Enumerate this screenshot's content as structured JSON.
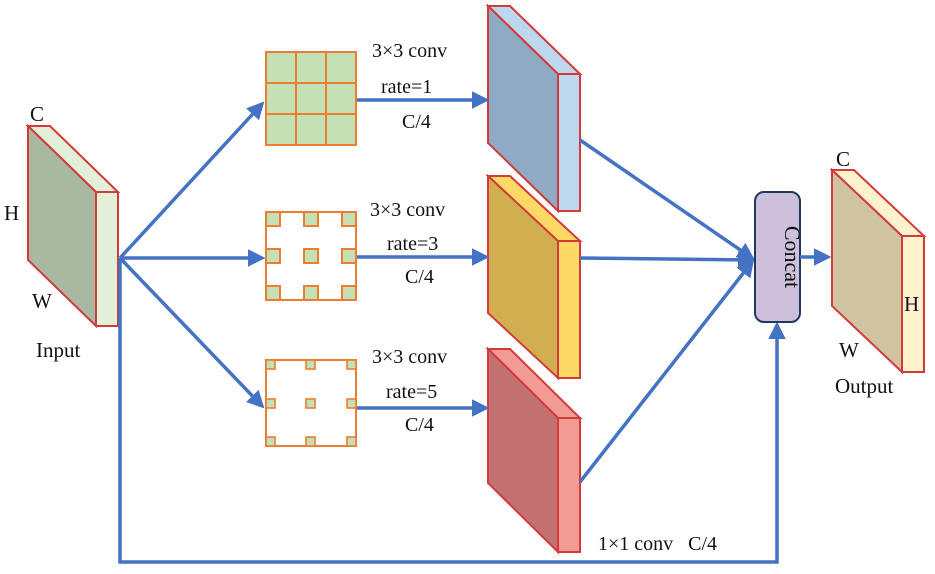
{
  "colors": {
    "arrow": "#4472c4",
    "block_edge": "#d43a3a",
    "kernel_edge": "#ed7d31",
    "kernel_fill": "#c5e0b4",
    "concat_fill": "#ccc0da",
    "concat_edge": "#203864",
    "input_front": "#a9b8a0",
    "input_side": "#e2f0d9",
    "branch1_front": "#8faac4",
    "branch1_side": "#bdd7ee",
    "branch2_front": "#d1ae4f",
    "branch2_side": "#ffd966",
    "branch3_front": "#c27272",
    "branch3_side": "#f29b94",
    "output_front": "#d0c3a1",
    "output_side": "#fff2cc"
  },
  "input": {
    "label": "Input",
    "c": "C",
    "h": "H",
    "w": "W"
  },
  "output": {
    "label": "Output",
    "c": "C",
    "h": "H",
    "w": "W"
  },
  "branches": [
    {
      "conv": "3×3 conv",
      "rate": "rate=1",
      "channels": "C/4"
    },
    {
      "conv": "3×3 conv",
      "rate": "rate=3",
      "channels": "C/4"
    },
    {
      "conv": "3×3 conv",
      "rate": "rate=5",
      "channels": "C/4"
    }
  ],
  "shortcut": {
    "label": "1×1 conv   C/4"
  },
  "concat": {
    "label": "Concat"
  }
}
